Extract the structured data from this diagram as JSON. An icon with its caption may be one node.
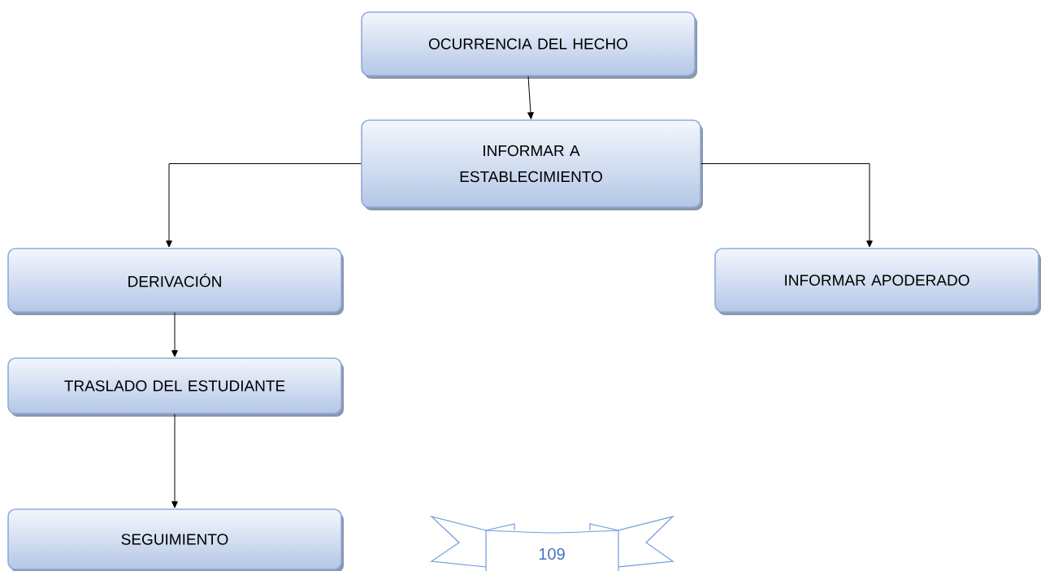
{
  "diagram": {
    "nodes": [
      {
        "text": [
          "OCURRENCIA DEL HECHO"
        ]
      },
      {
        "text": [
          "INFORMAR A ESTABLECIMIENTO"
        ]
      },
      {
        "text": [
          "DERIVACIÓN"
        ]
      },
      {
        "text": [
          "INFORMAR APODERADO"
        ]
      },
      {
        "text": [
          "TRASLADO DEL ESTUDIANTE"
        ]
      },
      {
        "text": [
          "SEGUIMIENTO"
        ]
      }
    ],
    "edges": [
      {
        "from": 0,
        "to": 1,
        "arrow": "to"
      },
      {
        "from": 1,
        "to": 2,
        "arrow": "to"
      },
      {
        "from": 1,
        "to": 3,
        "arrow": "to"
      },
      {
        "from": 2,
        "to": 4,
        "arrow": "to"
      },
      {
        "from": 4,
        "to": 5,
        "arrow": "to"
      }
    ],
    "labels": [
      "109"
    ]
  }
}
